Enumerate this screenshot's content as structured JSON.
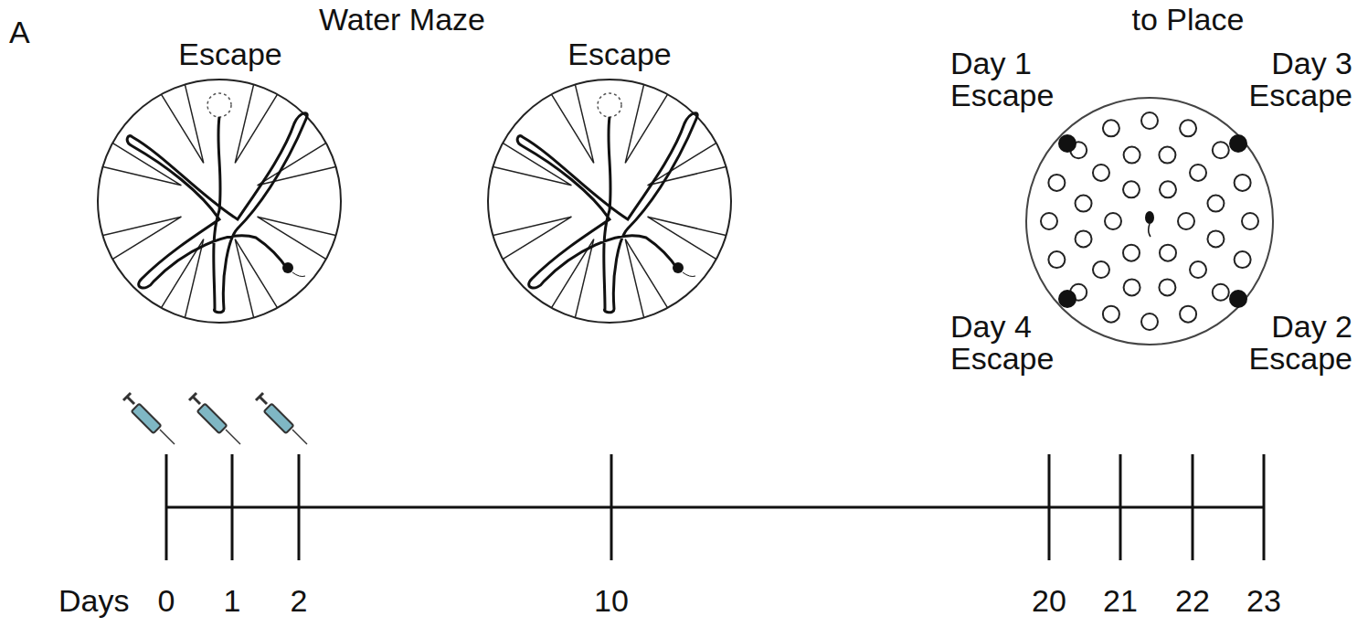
{
  "diagram": {
    "labels": [
      "A",
      "Water Maze",
      "to Place",
      "Escape",
      "Escape",
      "Day 1 Escape",
      "Day 3 Escape",
      "Day 4 Escape",
      "Day 2 Escape",
      "Days",
      "0",
      "1",
      "2",
      "10",
      "20",
      "21",
      "22",
      "23"
    ]
  }
}
